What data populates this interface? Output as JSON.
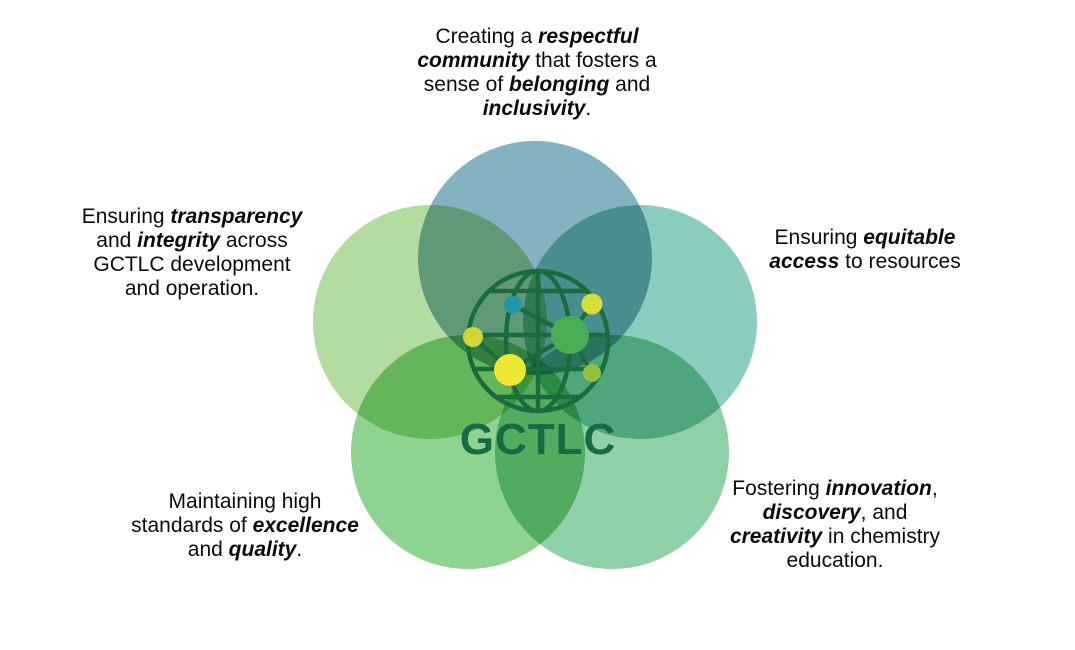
{
  "diagram": {
    "kind": "five-petal venn / flower diagram of GCTLC core values",
    "logo": {
      "text": "GCTLC"
    }
  },
  "colors": {
    "background": "#ffffff",
    "venn_top": "#85b2c0",
    "venn_upper_left": "#b5dca0",
    "venn_upper_right": "#8accbd",
    "venn_lower_left": "#8ed38f",
    "venn_lower_right": "#90d0a8",
    "globe_stroke": "#1a6b3d",
    "logo_text": "#176a43",
    "dot_teal": "#2397a7",
    "dot_yellow_green": "#d7dc39",
    "dot_green": "#49ae54",
    "dot_yellow_small": "#d2d737",
    "dot_yellow_big": "#eee632",
    "dot_olive": "#92c13e",
    "label_text": "#0b0b0b"
  },
  "labels": [
    {
      "id": "community",
      "lines": [
        [
          {
            "t": "Creating a "
          },
          {
            "t": "respectful",
            "b": 1
          }
        ],
        [
          {
            "t": "community",
            "b": 1
          },
          {
            "t": " that fosters a"
          }
        ],
        [
          {
            "t": "sense of "
          },
          {
            "t": "belonging",
            "b": 1
          },
          {
            "t": " and"
          }
        ],
        [
          {
            "t": "inclusivity",
            "b": 1
          },
          {
            "t": "."
          }
        ]
      ]
    },
    {
      "id": "transparency",
      "lines": [
        [
          {
            "t": "Ensuring "
          },
          {
            "t": "transparency",
            "b": 1
          }
        ],
        [
          {
            "t": "and "
          },
          {
            "t": "integrity",
            "b": 1
          },
          {
            "t": " across"
          }
        ],
        [
          {
            "t": "GCTLC development"
          }
        ],
        [
          {
            "t": "and operation."
          }
        ]
      ]
    },
    {
      "id": "access",
      "lines": [
        [
          {
            "t": "Ensuring "
          },
          {
            "t": "equitable",
            "b": 1
          }
        ],
        [
          {
            "t": "access",
            "b": 1
          },
          {
            "t": " to resources"
          }
        ]
      ]
    },
    {
      "id": "quality",
      "lines": [
        [
          {
            "t": "Maintaining high"
          }
        ],
        [
          {
            "t": "standards of "
          },
          {
            "t": "excellence",
            "b": 1
          }
        ],
        [
          {
            "t": "and "
          },
          {
            "t": "quality",
            "b": 1
          },
          {
            "t": "."
          }
        ]
      ]
    },
    {
      "id": "innovation",
      "lines": [
        [
          {
            "t": "Fostering "
          },
          {
            "t": "innovation",
            "b": 1
          },
          {
            "t": ","
          }
        ],
        [
          {
            "t": "discovery",
            "b": 1
          },
          {
            "t": ", and"
          }
        ],
        [
          {
            "t": "creativity",
            "b": 1
          },
          {
            "t": " in chemistry"
          }
        ],
        [
          {
            "t": "education."
          }
        ]
      ]
    }
  ]
}
